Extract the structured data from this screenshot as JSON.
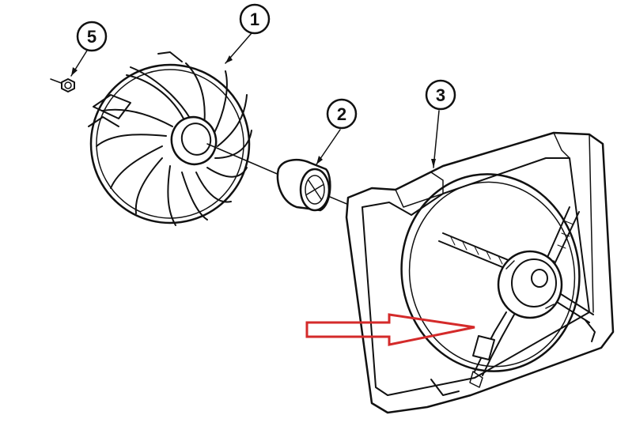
{
  "callouts": [
    {
      "id": "1",
      "label": "1"
    },
    {
      "id": "2",
      "label": "2"
    },
    {
      "id": "3",
      "label": "3"
    },
    {
      "id": "5",
      "label": "5"
    }
  ],
  "colors": {
    "ink": "#111111",
    "background": "#ffffff",
    "arrow": "#d42a2a"
  },
  "arrow": {
    "direction": "right",
    "color": "#d42a2a"
  }
}
